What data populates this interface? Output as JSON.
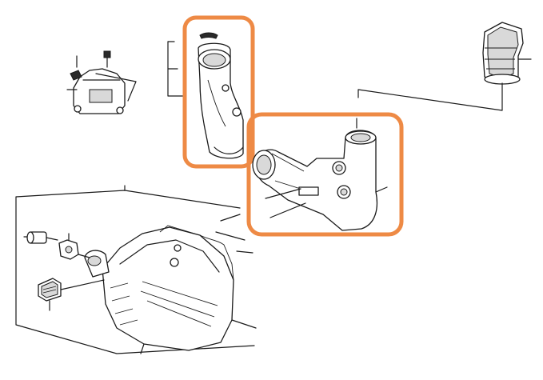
{
  "diagram": {
    "highlight_color": "#ee8a45",
    "line_color": "#1a1a1a",
    "background": "#ffffff",
    "parts": [
      {
        "name": "mount-bracket",
        "highlighted": false
      },
      {
        "name": "intake-duct-tube",
        "highlighted": true
      },
      {
        "name": "throttle-body-joint",
        "highlighted": true
      },
      {
        "name": "rubber-connecting-boot",
        "highlighted": false
      },
      {
        "name": "air-cleaner-case-assembly",
        "highlighted": false
      },
      {
        "name": "drain-plug",
        "highlighted": false
      },
      {
        "name": "hose-clamp-nut",
        "highlighted": false
      },
      {
        "name": "filter-element-cartridge",
        "highlighted": false
      }
    ]
  }
}
